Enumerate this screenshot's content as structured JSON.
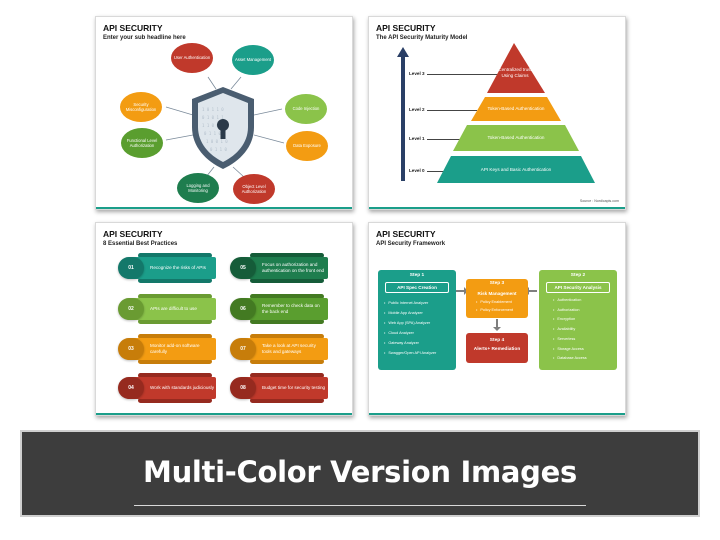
{
  "slides": [
    {
      "title": "API SECURITY",
      "subtitle": "Enter your sub headline here",
      "bubbles": [
        {
          "label": "User Authentication",
          "color": "#c0392b"
        },
        {
          "label": "Asset Management",
          "color": "#1b9e8a"
        },
        {
          "label": "Security Misconfiguration",
          "color": "#f39c12"
        },
        {
          "label": "Code Injection",
          "color": "#8bc34a"
        },
        {
          "label": "Functional Level Authorization",
          "color": "#5a9e2f"
        },
        {
          "label": "Data Exposure",
          "color": "#f39c12"
        },
        {
          "label": "Logging and Monitoring",
          "color": "#1e7d4e"
        },
        {
          "label": "Object Level Authorization",
          "color": "#c0392b"
        }
      ]
    },
    {
      "title": "API SECURITY",
      "subtitle": "The API Security Maturity Model",
      "levels": [
        "Level 3",
        "Level 2",
        "Level 1",
        "Level 0"
      ],
      "tiers": [
        {
          "label": "Centralized trust Using Claims",
          "color": "#c0392b"
        },
        {
          "label": "Token-Based Authentication",
          "color": "#f39c12"
        },
        {
          "label": "Token-Based Authentication",
          "color": "#8bc34a"
        },
        {
          "label": "API Keys and Basic Authentication",
          "color": "#1b9e8a"
        }
      ],
      "source": "Source : Nordicapis.com"
    },
    {
      "title": "API SECURITY",
      "subtitle": "8 Essential Best Practices",
      "practices": [
        {
          "num": "01",
          "text": "Recognize the risks of APIs",
          "color": "#1b9e8a",
          "dark": "#13786a"
        },
        {
          "num": "02",
          "text": "APIs are difficult to use",
          "color": "#8bc34a",
          "dark": "#6a9b32"
        },
        {
          "num": "03",
          "text": "Monitor add-on software carefully",
          "color": "#f39c12",
          "dark": "#c77d0a"
        },
        {
          "num": "04",
          "text": "Work with standards judiciously",
          "color": "#c0392b",
          "dark": "#962a1f"
        },
        {
          "num": "05",
          "text": "Focus on authorization and authentication on the front end",
          "color": "#1e7d4e",
          "dark": "#155c39"
        },
        {
          "num": "06",
          "text": "Remember to check data on the back end",
          "color": "#5a9e2f",
          "dark": "#437a22"
        },
        {
          "num": "07",
          "text": "Take a look at API security tools and gateways",
          "color": "#f39c12",
          "dark": "#c77d0a"
        },
        {
          "num": "08",
          "text": "Budget time for security testing",
          "color": "#c0392b",
          "dark": "#962a1f"
        }
      ]
    },
    {
      "title": "API SECURITY",
      "subtitle": "API Security Framework",
      "step1": {
        "head": "Step 1",
        "box": "API Spec Creation",
        "items": [
          "Public Internet Analyzer",
          "Mobile App Analyzer",
          "Web App (SPA) Analyzer",
          "Cloud Analyzer",
          "Gateway Analyzer",
          "Swagger/Open API Analyzer"
        ]
      },
      "step3": {
        "head": "Step 3",
        "box": "Risk Management",
        "items": [
          "Policy Enablement",
          "Policy Enforcement"
        ]
      },
      "step4": {
        "head": "Step 4",
        "box": "Alerts+ Remediation"
      },
      "step2": {
        "head": "Step 2",
        "box": "API Security Analysis",
        "items": [
          "Authentication",
          "Authorization",
          "Encryption",
          "Availability",
          "Serverless",
          "Storage Access",
          "Database Access"
        ]
      },
      "colors": {
        "step1": "#1b9e8a",
        "step3": "#f39c12",
        "step4": "#c0392b",
        "step2": "#8bc34a"
      }
    }
  ],
  "banner": {
    "title": "Multi-Color Version Images"
  }
}
